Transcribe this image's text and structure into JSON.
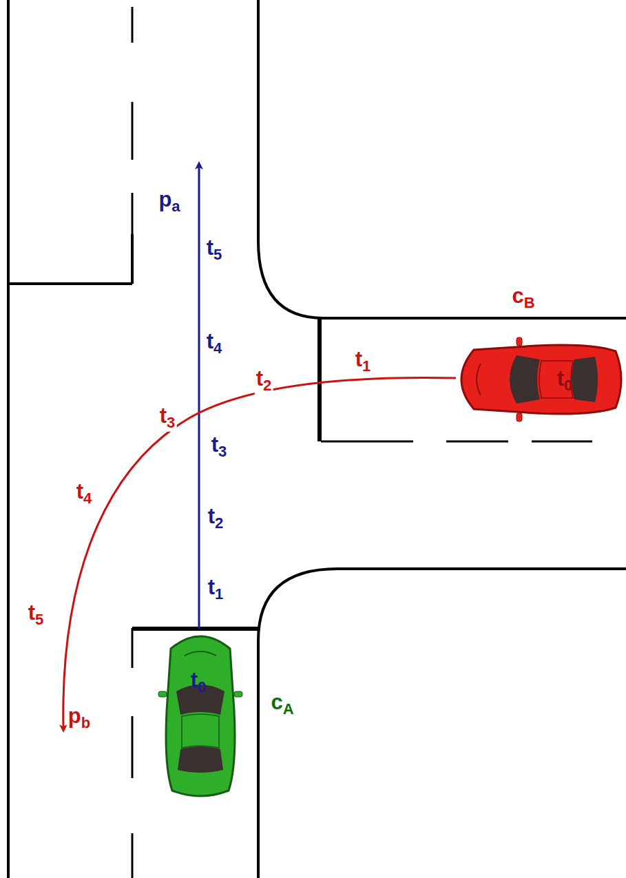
{
  "diagram": {
    "nodes": [
      {
        "text": [
          "t0"
        ]
      },
      {
        "text": [
          "t0"
        ]
      }
    ],
    "labels": [
      "cB",
      "t1",
      "t2",
      "t3",
      "t4",
      "t5",
      "pb",
      "pa",
      "t5",
      "t4",
      "t3",
      "t2",
      "t1",
      "cA"
    ]
  }
}
